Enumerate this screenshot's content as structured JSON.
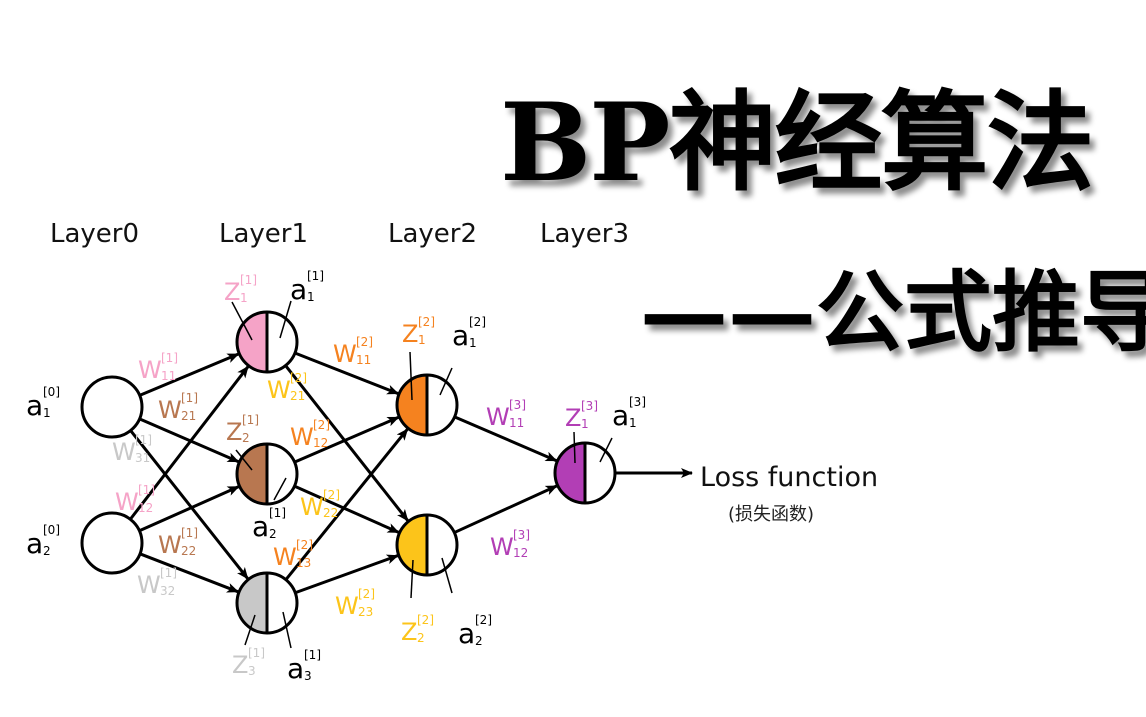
{
  "title": {
    "line1": "BP神经算法",
    "line2": "——公式推导"
  },
  "layers": [
    "Layer0",
    "Layer1",
    "Layer2",
    "Layer3"
  ],
  "colors": {
    "pink": "#f5a3c7",
    "brown": "#b87750",
    "gray": "#c8c8c8",
    "orange": "#f5821f",
    "yellow": "#fcc41a",
    "purple": "#b23eb5",
    "black": "#000000"
  },
  "nodes": [
    {
      "id": "a0_1",
      "layer": 0,
      "fill": null
    },
    {
      "id": "a0_2",
      "layer": 0,
      "fill": null
    },
    {
      "id": "n1_1",
      "layer": 1,
      "fill": "pink"
    },
    {
      "id": "n1_2",
      "layer": 1,
      "fill": "brown"
    },
    {
      "id": "n1_3",
      "layer": 1,
      "fill": "gray"
    },
    {
      "id": "n2_1",
      "layer": 2,
      "fill": "orange"
    },
    {
      "id": "n2_2",
      "layer": 2,
      "fill": "yellow"
    },
    {
      "id": "n3_1",
      "layer": 3,
      "fill": "purple"
    }
  ],
  "labels": [
    {
      "id": "a01",
      "base": "a",
      "sup": "[0]",
      "sub": "1",
      "color": "black"
    },
    {
      "id": "a02",
      "base": "a",
      "sup": "[0]",
      "sub": "2",
      "color": "black"
    },
    {
      "id": "z11",
      "base": "Z",
      "sup": "[1]",
      "sub": "1",
      "color": "pink"
    },
    {
      "id": "a11",
      "base": "a",
      "sup": "[1]",
      "sub": "1",
      "color": "black"
    },
    {
      "id": "z12",
      "base": "Z",
      "sup": "[1]",
      "sub": "2",
      "color": "brown"
    },
    {
      "id": "a12",
      "base": "a",
      "sup": "[1]",
      "sub": "2",
      "color": "black"
    },
    {
      "id": "z13",
      "base": "Z",
      "sup": "[1]",
      "sub": "3",
      "color": "gray"
    },
    {
      "id": "a13",
      "base": "a",
      "sup": "[1]",
      "sub": "3",
      "color": "black"
    },
    {
      "id": "z21",
      "base": "Z",
      "sup": "[2]",
      "sub": "1",
      "color": "orange"
    },
    {
      "id": "a21",
      "base": "a",
      "sup": "[2]",
      "sub": "1",
      "color": "black"
    },
    {
      "id": "z22",
      "base": "Z",
      "sup": "[2]",
      "sub": "2",
      "color": "yellow"
    },
    {
      "id": "a22",
      "base": "a",
      "sup": "[2]",
      "sub": "2",
      "color": "black"
    },
    {
      "id": "z31",
      "base": "Z",
      "sup": "[3]",
      "sub": "1",
      "color": "purple"
    },
    {
      "id": "a31",
      "base": "a",
      "sup": "[3]",
      "sub": "1",
      "color": "black"
    },
    {
      "id": "w1_11",
      "base": "W",
      "sup": "[1]",
      "sub": "11",
      "color": "pink"
    },
    {
      "id": "w1_21",
      "base": "W",
      "sup": "[1]",
      "sub": "21",
      "color": "brown"
    },
    {
      "id": "w1_31",
      "base": "W",
      "sup": "[1]",
      "sub": "31",
      "color": "gray"
    },
    {
      "id": "w1_12",
      "base": "W",
      "sup": "[1]",
      "sub": "12",
      "color": "pink"
    },
    {
      "id": "w1_22",
      "base": "W",
      "sup": "[1]",
      "sub": "22",
      "color": "brown"
    },
    {
      "id": "w1_32",
      "base": "W",
      "sup": "[1]",
      "sub": "32",
      "color": "gray"
    },
    {
      "id": "w2_11",
      "base": "W",
      "sup": "[2]",
      "sub": "11",
      "color": "orange"
    },
    {
      "id": "w2_21",
      "base": "W",
      "sup": "[2]",
      "sub": "21",
      "color": "yellow"
    },
    {
      "id": "w2_12",
      "base": "W",
      "sup": "[2]",
      "sub": "12",
      "color": "orange"
    },
    {
      "id": "w2_22",
      "base": "W",
      "sup": "[2]",
      "sub": "22",
      "color": "yellow"
    },
    {
      "id": "w2_13",
      "base": "W",
      "sup": "[2]",
      "sub": "13",
      "color": "orange"
    },
    {
      "id": "w2_23",
      "base": "W",
      "sup": "[2]",
      "sub": "23",
      "color": "yellow"
    },
    {
      "id": "w3_11",
      "base": "W",
      "sup": "[3]",
      "sub": "11",
      "color": "purple"
    },
    {
      "id": "w3_12",
      "base": "W",
      "sup": "[3]",
      "sub": "12",
      "color": "purple"
    }
  ],
  "output": {
    "label": "Loss function",
    "label_cn": "(损失函数)"
  }
}
